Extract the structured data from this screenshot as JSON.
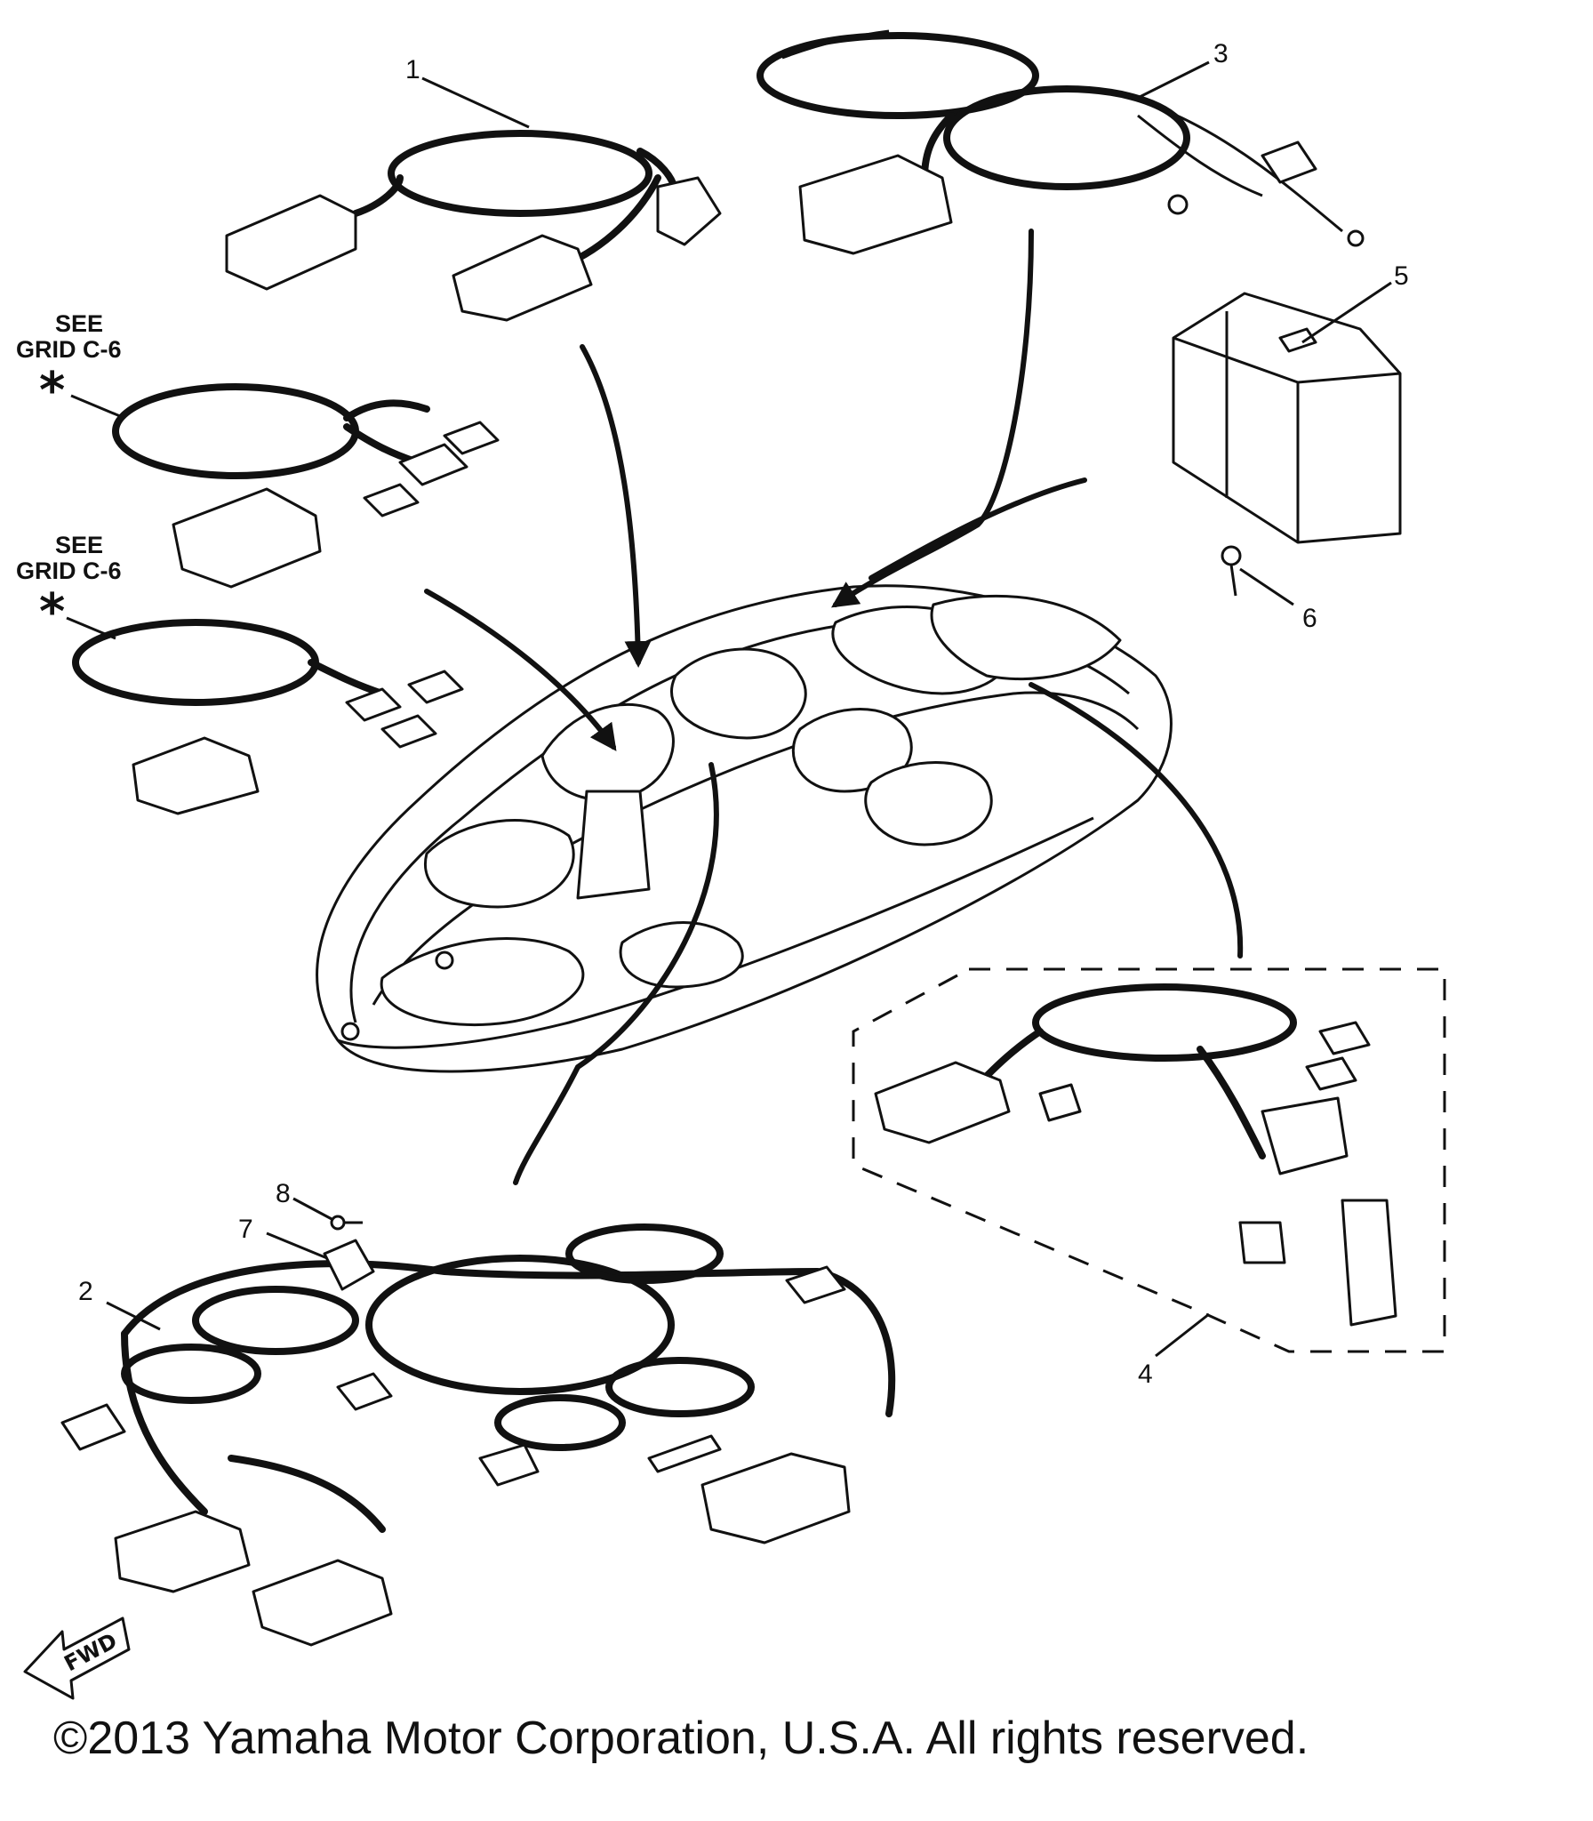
{
  "callouts": {
    "c1": "1",
    "c2": "2",
    "c3": "3",
    "c4": "4",
    "c5": "5",
    "c6": "6",
    "c7": "7",
    "c8": "8"
  },
  "see_note_1": {
    "line1": "SEE",
    "line2": "GRID C-6",
    "mark": "*"
  },
  "see_note_2": {
    "line1": "SEE",
    "line2": "GRID C-6",
    "mark": "*"
  },
  "direction_label": "FWD",
  "copyright": "©2013 Yamaha Motor Corporation, U.S.A. All rights reserved."
}
